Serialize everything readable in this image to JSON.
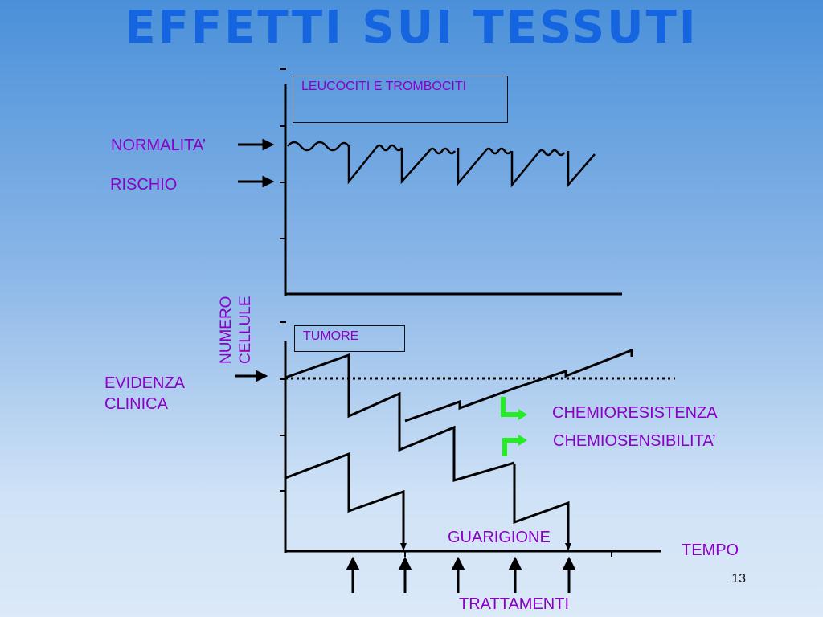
{
  "title": "EFFETTI SUI TESSUTI",
  "top_panel": {
    "box_label": "LEUCOCITI E TROMBOCITI",
    "normalita": "NORMALITA’",
    "rischio": "RISCHIO"
  },
  "bottom_panel": {
    "box_label": "TUMORE",
    "evidenza": "EVIDENZA CLINICA",
    "chemioresistenza": "CHEMIORESISTENZA",
    "chemiosensibilita": "CHEMIOSENSIBILITA’",
    "guarigione": "GUARIGIONE",
    "tempo": "TEMPO",
    "trattamenti": "TRATTAMENTI"
  },
  "y_axis_label": {
    "line1": "NUMERO",
    "line2": "CELLULE"
  },
  "legend_arrow_color": "#22ee22",
  "page_number": "13"
}
